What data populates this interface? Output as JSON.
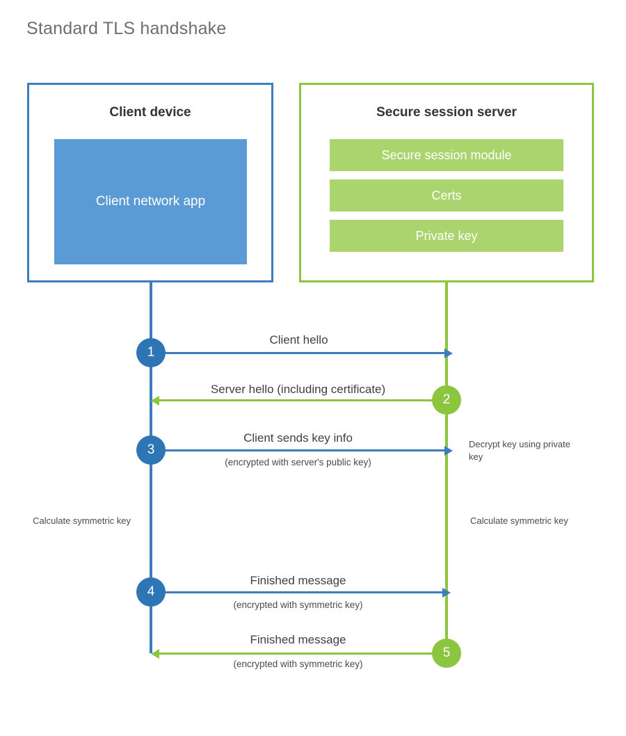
{
  "title": "Standard TLS handshake",
  "colors": {
    "client_border": "#3C7DBF",
    "client_app_fill": "#5B9BD5",
    "server_border": "#8CC63F",
    "server_bar_fill": "#A9D46E",
    "step_blue": "#2E75B6",
    "step_green": "#8CC63F",
    "title_text": "#6e6e6e",
    "body_text": "#3f3f3f",
    "background": "#FFFFFF"
  },
  "nodes": {
    "client": {
      "title": "Client device",
      "app_label": "Client network app"
    },
    "server": {
      "title": "Secure session server",
      "bars": [
        {
          "label": "Secure session module"
        },
        {
          "label": "Certs"
        },
        {
          "label": "Private key"
        }
      ]
    }
  },
  "steps": [
    {
      "number": "1",
      "label": "Client hello",
      "sublabel": "",
      "direction": "client-to-server",
      "color": "blue"
    },
    {
      "number": "2",
      "label": "Server hello (including certificate)",
      "sublabel": "",
      "direction": "server-to-client",
      "color": "green"
    },
    {
      "number": "3",
      "label": "Client sends key info",
      "sublabel": "(encrypted with server's public key)",
      "direction": "client-to-server",
      "color": "blue"
    },
    {
      "number": "4",
      "label": "Finished message",
      "sublabel": "(encrypted with symmetric key)",
      "direction": "client-to-server",
      "color": "blue"
    },
    {
      "number": "5",
      "label": "Finished message",
      "sublabel": "(encrypted with symmetric key)",
      "direction": "server-to-client",
      "color": "green"
    }
  ],
  "notes": {
    "server_decrypt": "Decrypt key using private key",
    "client_calculate": "Calculate symmetric key",
    "server_calculate": "Calculate symmetric key"
  }
}
